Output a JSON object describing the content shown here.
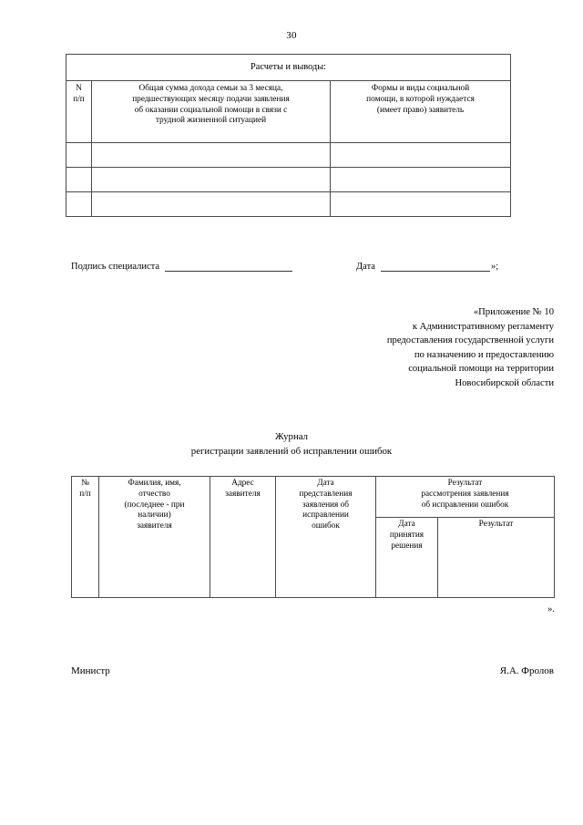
{
  "page": {
    "number": "30"
  },
  "calc_table": {
    "title": "Расчеты и выводы:",
    "headers": [
      "N\nп/п",
      "Общая сумма дохода семьи за 3 месяца, предшествующих месяцу подачи заявления об оказании социальной помощи в связи с трудной жизненной ситуацией",
      "Формы и виды социальной помощи, в которой нуждается (имеет право) заявитель"
    ],
    "header_num_line1": "N",
    "header_num_line2": "п/п",
    "header_sum_line1": "Общая сумма дохода семьи за 3 месяца,",
    "header_sum_line2": "предшествующих месяцу подачи заявления",
    "header_sum_line3": "об оказании социальной помощи в связи с",
    "header_sum_line4": "трудной жизненной ситуацией",
    "header_forms_line1": "Формы и виды социальной",
    "header_forms_line2": "помощи, в которой нуждается",
    "header_forms_line3": "(имеет право) заявитель",
    "empty_rows": 3
  },
  "signature": {
    "specialist_label": "Подпись специалиста",
    "date_label": "Дата",
    "closing": "»;"
  },
  "appendix": {
    "line1": "«Приложение № 10",
    "line2": "к Административному регламенту",
    "line3": "предоставления государственной услуги",
    "line4": "по назначению и предоставлению",
    "line5": "социальной помощи на территории",
    "line6": "Новосибирской области"
  },
  "journal": {
    "title_line1": "Журнал",
    "title_line2": "регистрации заявлений об исправлении ошибок",
    "closing": "».",
    "headers": {
      "num_line1": "№",
      "num_line2": "п/п",
      "fio_line1": "Фамилия, имя,",
      "fio_line2": "отчество",
      "fio_line3": "(последнее - при",
      "fio_line4": "наличии)",
      "fio_line5": "заявителя",
      "addr_line1": "Адрес",
      "addr_line2": "заявителя",
      "date_line1": "Дата",
      "date_line2": "представления",
      "date_line3": "заявления об",
      "date_line4": "исправлении",
      "date_line5": "ошибок",
      "result_group_line1": "Результат",
      "result_group_line2": "рассмотрения заявления",
      "result_group_line3": "об исправлении ошибок",
      "decision_date_line1": "Дата",
      "decision_date_line2": "принятия",
      "decision_date_line3": "решения",
      "result_label": "Результат"
    }
  },
  "footer": {
    "position": "Министр",
    "name": "Я.А. Фролов"
  }
}
